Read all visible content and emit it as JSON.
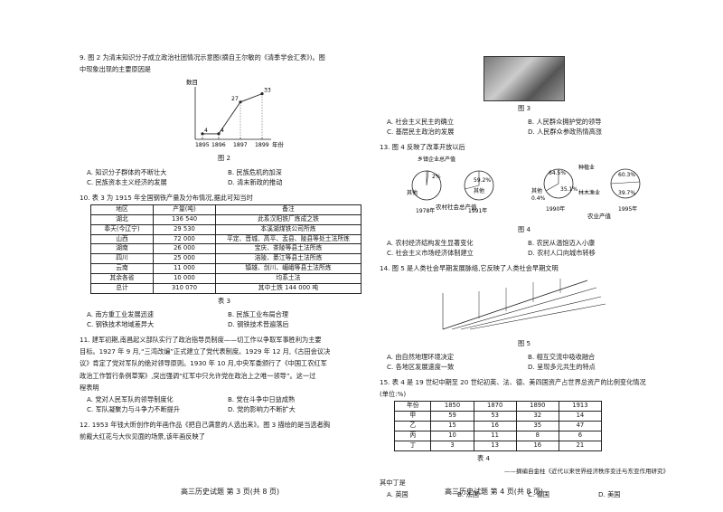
{
  "left": {
    "q9": {
      "stem1": "9. 图 2 为清末知识分子成立政治社团情况示意图(摘自王尔敏的《清季学会汇表》)。图",
      "stem2": "中现象出现的主要原因是",
      "options": [
        "A. 知识分子群体的不断壮大",
        "B. 民族危机的加深",
        "C. 民族资本主义经济的发展",
        "D. 清末新政的推动"
      ]
    },
    "fig2": {
      "caption": "图 2"
    },
    "q10": {
      "stem": "10. 表 3 为 1915 年全国钢铁产量及分布情况,据此可知当时",
      "options": [
        "A. 南方重工业发展迅速",
        "B. 民族工业布局合理",
        "C. 钢铁技术地域差异大",
        "D. 钢铁技术普遍落后"
      ]
    },
    "table3": {
      "headers": [
        "地区",
        "产量(吨)",
        "备注"
      ],
      "rows": [
        [
          "湖北",
          "136 540",
          "此系汉阳铁厂炼成之铁"
        ],
        [
          "奉天(今辽宁)",
          "29 530",
          "本溪湖煤铁公司所炼"
        ],
        [
          "山西",
          "72 000",
          "平定、晋城、高平、盂县、陵县等处土法所炼"
        ],
        [
          "湖南",
          "26 000",
          "宝庆、茶陵等县土法所炼"
        ],
        [
          "四川",
          "25 000",
          "涪陵、綦江等县土法所炼"
        ],
        [
          "云南",
          "11 000",
          "镇雄、剑川、嵋峨等县土法所炼"
        ],
        [
          "其余各省",
          "10 000",
          "均系土法"
        ],
        [
          "总计",
          "310 070",
          "其中土铁 144 000 吨"
        ]
      ],
      "caption": "表 3"
    },
    "q11": {
      "lines": [
        "11. 建军初期,南昌起义部队实行了政治指导员制度——切工作以争取军事胜利为主要",
        "目标。1927 年 9 月,“三湾改编”正式建立了党代表制度。1929 年 12 月,《古田会议决",
        "议》肯定了党对军队的绝对领导原则。1930 年 10 月,中央军委颁行了《中国工农红军",
        "政治工作暂行条例草案》,突出强调“红军中只允许党在政治上之唯一领导”。这一过",
        "程表明"
      ],
      "options": [
        "A. 党对人民军队的领导制度化",
        "B. 党在斗争中日益成熟",
        "C. 军队凝聚力与斗争力不断提升",
        "D. 党的影响力不断扩大"
      ]
    },
    "q12": {
      "lines": [
        "12. 1953 年钱大昕创作的年画作品《把自己满意的人选出来》。图 3 描绘的是当选者胸",
        "前戴大红花与大伙见面的场景,该年画反映了"
      ]
    },
    "footer": "高三历史试题 第 3 页(共 8 页)"
  },
  "right": {
    "fig3_caption": "图 3",
    "q12_options": [
      "A. 社会主义民主的确立",
      "B. 人民群众拥护党的领导",
      "C. 基层民主政治的发展",
      "D. 人民群众参政热情高涨"
    ],
    "q13": {
      "stem": "13. 图 4 反映了改革开放以后",
      "options": [
        "A. 农村经济结构发生显著变化",
        "B. 农民从温饱迈入小康",
        "C. 社会主义市场经济体制建立",
        "D. 农村人口向城市转移"
      ]
    },
    "fig4": {
      "title_left": "农村社会总产值",
      "title_right": "农业产值",
      "township": "乡镇企业总产值",
      "other": "其他",
      "planting": "种植业",
      "forestry": "林木渔业",
      "caption": "图 4",
      "pie1": {
        "year": "1978年",
        "values": [
          "2%"
        ]
      },
      "pie2": {
        "year": "1991年",
        "values": [
          "59.2%"
        ]
      },
      "pie3": {
        "year": "1990年",
        "values": [
          "64.5%",
          "35.1%",
          "0.4%"
        ]
      },
      "pie4": {
        "year": "1995年",
        "values": [
          "60.3%",
          "39.7%"
        ]
      }
    },
    "q14": {
      "stem": "14. 图 5 是人类社会早期发展脉络,它反映了人类社会早期文明",
      "options": [
        "A. 由自然地理环境决定",
        "B. 相互交流中吸收融合",
        "C. 各地区发展速度一致",
        "D. 呈现多元共生的特点"
      ]
    },
    "fig5": {
      "caption": "图 5"
    },
    "q15": {
      "stem": "15. 表 4 是 19 世纪中期至 20 世纪初英、法、德、美四国资产占世界总资产的比例变化情况",
      "unit": "(单位:%)",
      "table": {
        "headers": [
          "年份",
          "1850",
          "1870",
          "1890",
          "1913"
        ],
        "rows": [
          [
            "甲",
            "59",
            "53",
            "32",
            "14"
          ],
          [
            "乙",
            "15",
            "16",
            "35",
            "47"
          ],
          [
            "丙",
            "10",
            "11",
            "8",
            "6"
          ],
          [
            "丁",
            "3",
            "13",
            "16",
            "21"
          ]
        ],
        "caption": "表 4"
      },
      "source": "——摘编自金柱《近代以来世界经济秩序变迁与东亚作用研究》",
      "ask": "其中丁是",
      "options": [
        "A. 英国",
        "B. 法国",
        "C. 德国",
        "D. 美国"
      ]
    },
    "footer": "高三历史试题 第 4 页(共 8 页)"
  },
  "chart_data": {
    "type": "line",
    "x": [
      1895,
      1896,
      1897,
      1899
    ],
    "values": [
      4,
      4,
      27,
      33
    ],
    "ylabel": "数目",
    "xlabel": "年份",
    "x_tick_labels": [
      "1895",
      "1896",
      "1897",
      "1899"
    ],
    "x_axis_suffix": "年份"
  }
}
